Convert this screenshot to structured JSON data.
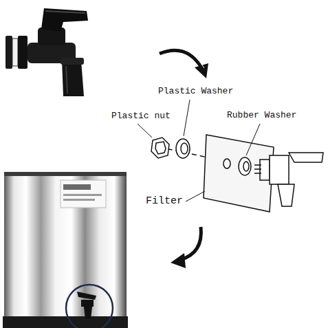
{
  "diagram": {
    "labels": [
      "Plastic nut",
      "Plastic Washer",
      "Rubber Washer",
      "Filter"
    ]
  }
}
